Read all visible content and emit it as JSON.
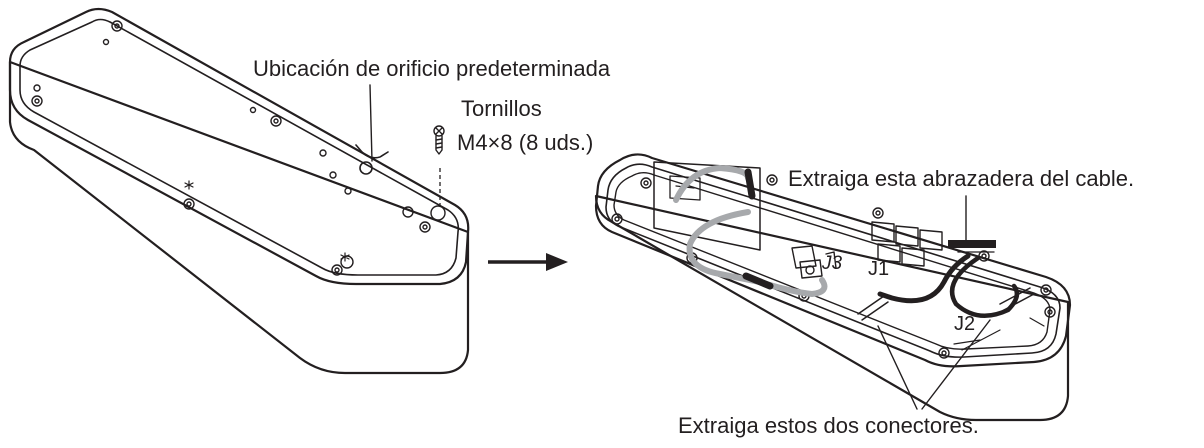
{
  "labels": {
    "hole_location": "Ubicación de orificio predeterminada",
    "screws_title": "Tornillos",
    "screws_spec": "M4×8 (8 uds.)",
    "remove_clamp": "Extraiga esta abrazadera del cable.",
    "remove_connectors": "Extraiga estos dos conectores.",
    "connector_j1": "J1",
    "connector_j2": "J2",
    "connector_j3": "J3"
  },
  "colors": {
    "line": "#231f20",
    "cable_gray": "#a7a9ac",
    "connector_black": "#231f20"
  }
}
